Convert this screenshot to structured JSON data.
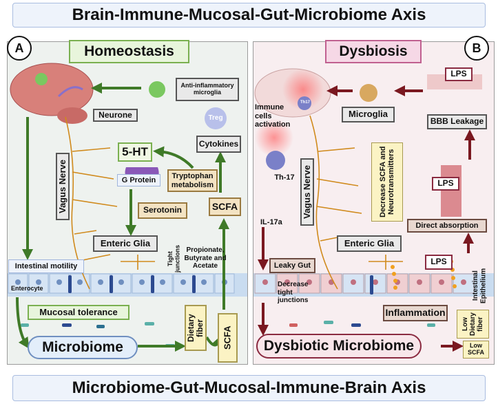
{
  "top_title": "Brain-Immune-Mucosal-Gut-Microbiome Axis",
  "bottom_title": "Microbiome-Gut-Mucosal-Immune-Brain  Axis",
  "colors": {
    "homeostasis_arrow": "#3f7a28",
    "dysbiosis_arrow": "#7a1820",
    "nerve": "#d08a1c"
  },
  "panel_a": {
    "letter": "A",
    "heading": "Homeostasis",
    "labels": {
      "microglia": "Anti-inflammatory microglia",
      "neurone": "Neurone",
      "treg": "Treg",
      "five_ht": "5-HT",
      "g_protein": "G Protein",
      "cytokines": "Cytokines",
      "tryptophan": "Tryptophan metabolism",
      "serotonin": "Serotonin",
      "scfa": "SCFA",
      "vagus": "Vagus Nerve",
      "enteric_glia": "Enteric Glia",
      "propionate": "Propionate, Butyrate and Acetate",
      "tight_junctions": "Tight junctions",
      "motility": "Intestinal motility",
      "enterocyte": "Enterocyte",
      "mucosal_tolerance": "Mucosal tolerance",
      "dietary_fiber": "Dietary fiber",
      "scfa2": "SCFA",
      "microbiome": "Microbiome"
    }
  },
  "panel_b": {
    "letter": "B",
    "heading": "Dysbiosis",
    "labels": {
      "lps_top": "LPS",
      "microglia": "Microglia",
      "th17_cell": "Th17",
      "immune": "Immune cells activation",
      "bbb": "BBB Leakage",
      "th17": "Th-17",
      "decrease_scfa": "Decrease SCFA and Neurotransmitters",
      "vagus": "Vagus Nerve",
      "il17a": "IL-17a",
      "lps_mid": "LPS",
      "direct_absorption": "Direct absorption",
      "enteric_glia": "Enteric Glia",
      "leaky_gut": "Leaky Gut",
      "lps_low": "LPS",
      "decrease_tj": "Decrease tight junctions",
      "epithelium": "Intestinal Epithelium",
      "inflammation": "Inflammation",
      "low_fiber": "Low Dietary fiber",
      "low_scfa": "Low SCFA",
      "microbiome": "Dysbiotic Microbiome"
    }
  }
}
